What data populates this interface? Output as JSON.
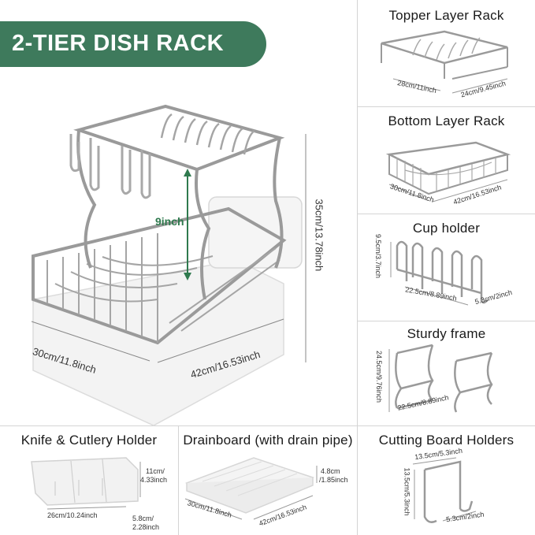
{
  "badge": {
    "title": "2-TIER DISH RACK",
    "color": "#3e7a5c"
  },
  "main": {
    "height_label": "35cm/13.78inch",
    "gap_label": "9inch",
    "width_label": "30cm/11.8inch",
    "depth_label": "42cm/16.53inch"
  },
  "panels": {
    "topper": {
      "title": "Topper Layer Rack",
      "dim_a": "28cm/11inch",
      "dim_b": "24cm/9.45inch"
    },
    "bottom": {
      "title": "Bottom Layer Rack",
      "dim_a": "30cm/11.8inch",
      "dim_b": "42cm/16.53inch"
    },
    "cup": {
      "title": "Cup holder",
      "dim_a": "9.5cm/3.7inch",
      "dim_b": "22.5cm/8.89inch",
      "dim_c": "5.3cm/2inch"
    },
    "frame": {
      "title": "Sturdy frame",
      "dim_a": "24.5cm/9.76inch",
      "dim_b": "22.5cm/8.89inch"
    },
    "knife": {
      "title": "Knife & Cutlery Holder",
      "dim_a": "11cm/",
      "dim_a2": "4.33inch",
      "dim_b": "26cm/10.24inch",
      "dim_c": "5.8cm/",
      "dim_c2": "2.28inch"
    },
    "drain": {
      "title": "Drainboard (with drain pipe)",
      "dim_a": "4.8cm",
      "dim_a2": "/1.85inch",
      "dim_b": "30cm/11.8inch",
      "dim_c": "42cm/16.53inch"
    },
    "cutting": {
      "title": "Cutting Board Holders",
      "dim_a": "13.5cm/5.3inch",
      "dim_b": "13.5cm/5.3inch",
      "dim_c": "5.3cm/2inch"
    }
  },
  "colors": {
    "divider": "#d4d4d4",
    "metal": "#9a9a9a",
    "accent_green": "#2f7a4e"
  }
}
